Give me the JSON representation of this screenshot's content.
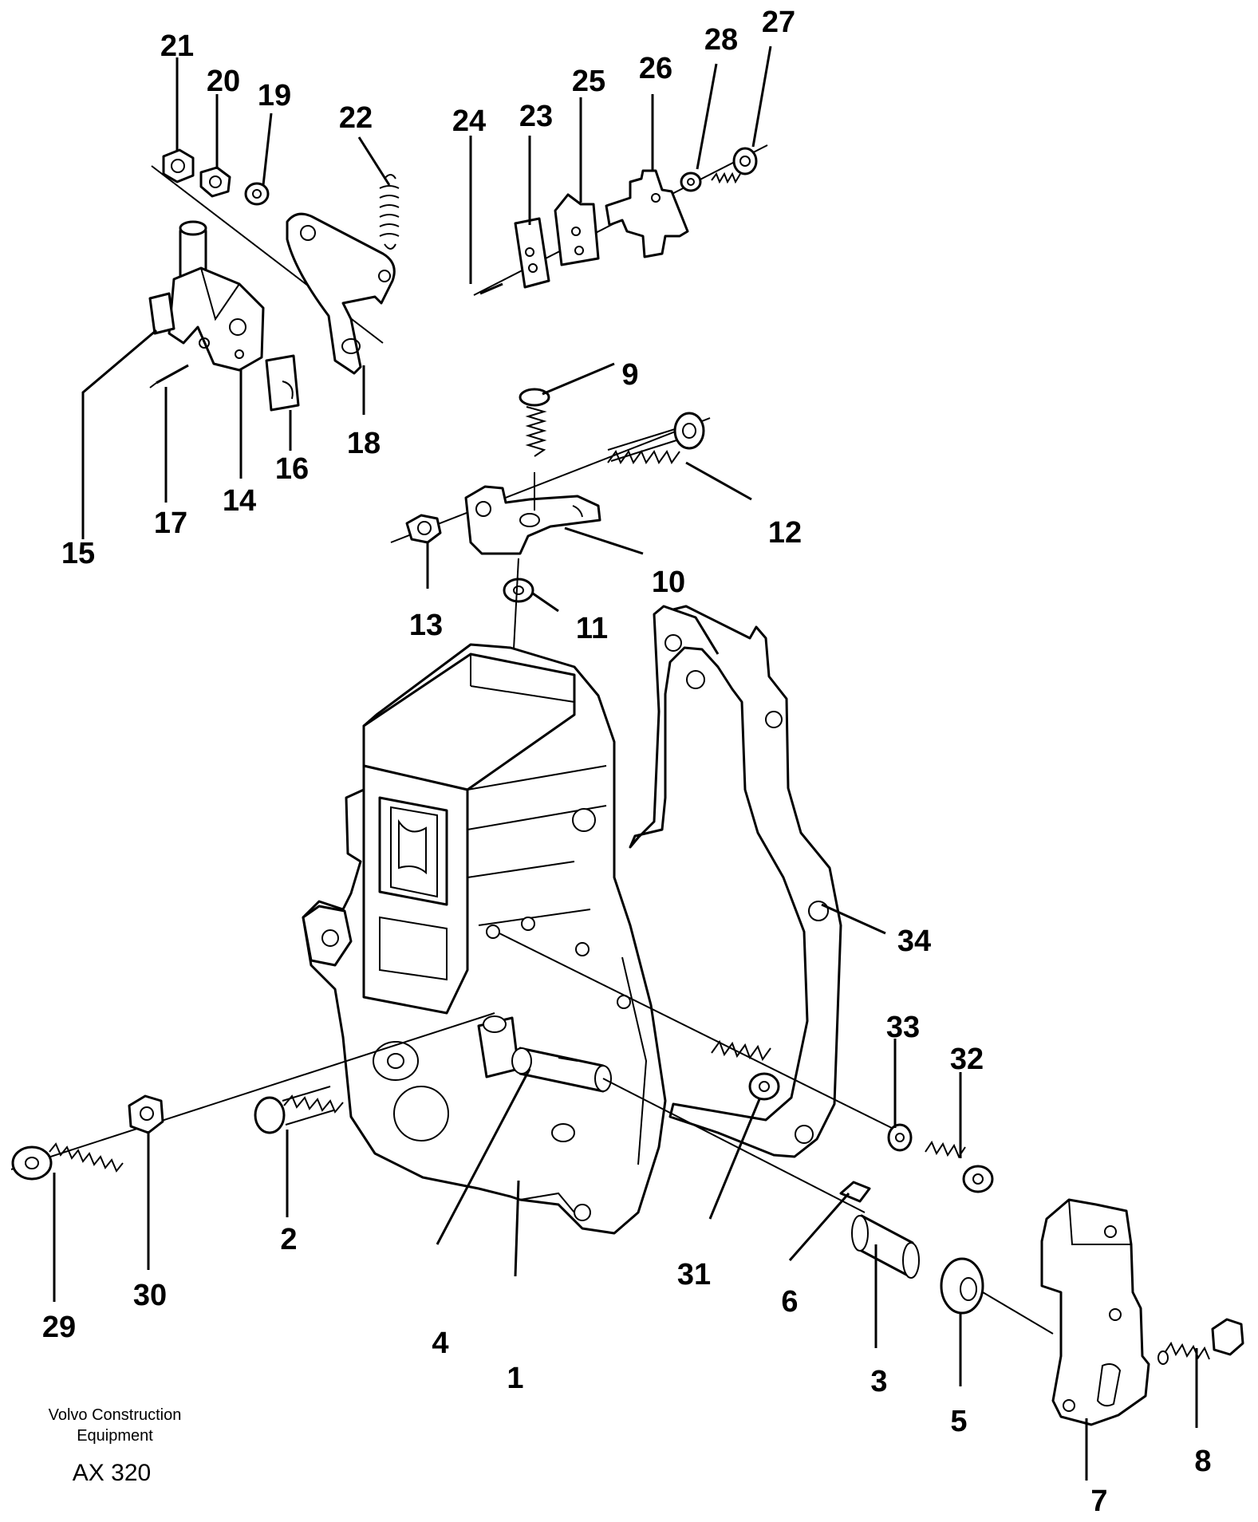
{
  "diagram": {
    "callouts": {
      "p1": "1",
      "p2": "2",
      "p3": "3",
      "p4": "4",
      "p5": "5",
      "p6": "6",
      "p7": "7",
      "p8": "8",
      "p9": "9",
      "p10": "10",
      "p11": "11",
      "p12": "12",
      "p13": "13",
      "p14": "14",
      "p15": "15",
      "p16": "16",
      "p17": "17",
      "p18": "18",
      "p19": "19",
      "p20": "20",
      "p21": "21",
      "p22": "22",
      "p23": "23",
      "p24": "24",
      "p25": "25",
      "p26": "26",
      "p27": "27",
      "p28": "28",
      "p29": "29",
      "p30": "30",
      "p31": "31",
      "p32": "32",
      "p33": "33",
      "p34": "34"
    }
  },
  "footer": {
    "brand_line1": "Volvo Construction",
    "brand_line2": "Equipment",
    "code": "AX 320"
  }
}
